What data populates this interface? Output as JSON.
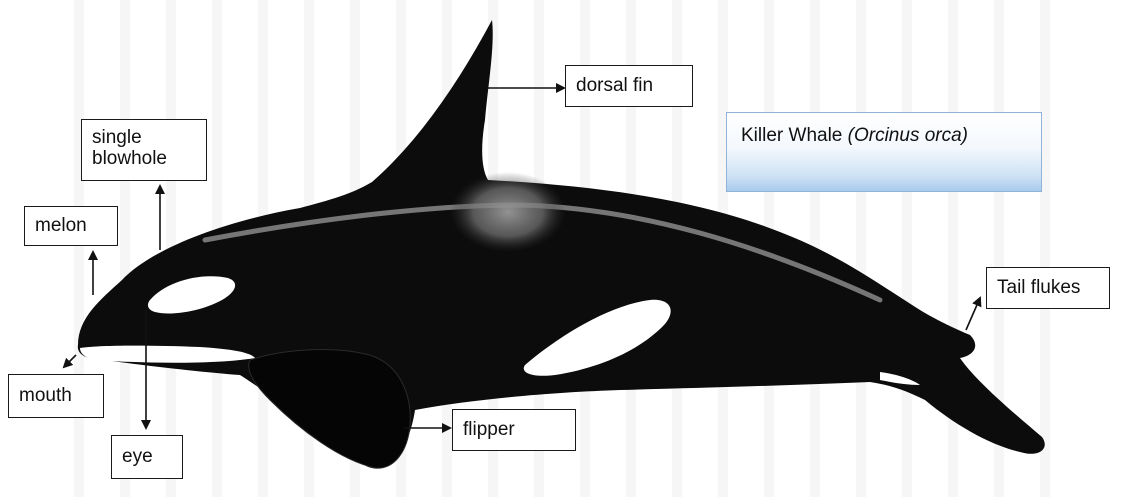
{
  "title": {
    "common_name": "Killer Whale",
    "scientific_name": "(Orcinus orca)"
  },
  "labels": {
    "dorsal_fin": "dorsal fin",
    "single_blowhole_line1": "single",
    "single_blowhole_line2": "blowhole",
    "melon": "melon",
    "mouth": "mouth",
    "eye": "eye",
    "flipper": "flipper",
    "tail_flukes": "Tail flukes"
  },
  "colors": {
    "whale_body": "#0c0c0c",
    "whale_patch": "#ffffff",
    "saddle_patch": "#8a8a8a",
    "title_gradient_bottom": "#a9cbee"
  }
}
